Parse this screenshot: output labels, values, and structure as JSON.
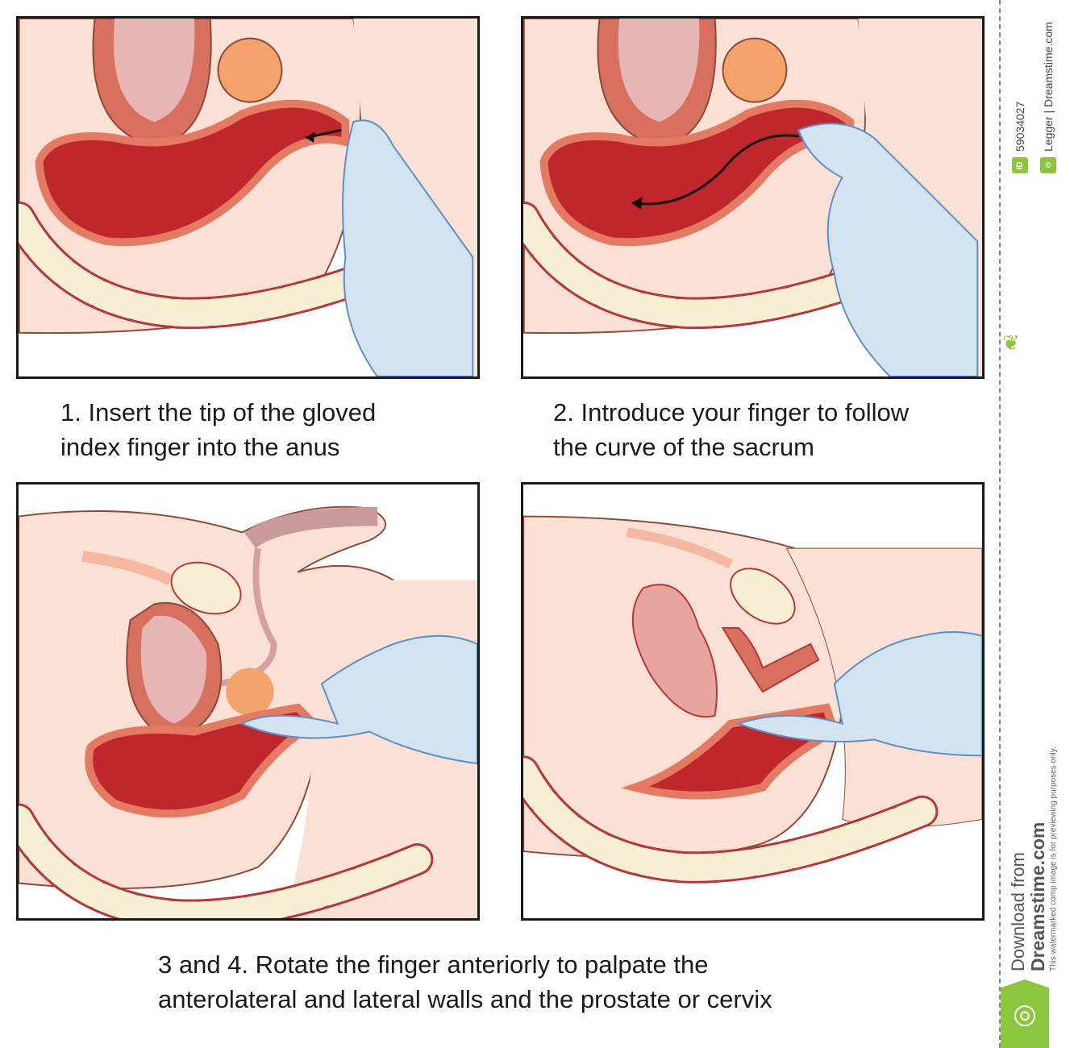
{
  "captions": {
    "step1": [
      "1. Insert the tip of the gloved",
      "index finger into the anus"
    ],
    "step2": [
      "2. Introduce your finger to follow",
      "the curve of the sacrum"
    ],
    "step34": [
      "3 and 4.  Rotate the finger anteriorly to palpate the",
      "anterolateral and lateral walls and the prostate or cervix"
    ]
  },
  "sidebar": {
    "image_id": "59034027",
    "credit": "Legger | Dreamstime.com",
    "download_line1": "Download from",
    "download_line2": "Dreamstime.com",
    "notice": "This watermarked comp image is for previewing purposes only.",
    "id_badge": "ID"
  },
  "colors": {
    "skin": "#fae0d5",
    "rectum": "#c0272d",
    "rectum_wall": "#e57a63",
    "glove": "#d3e3f0",
    "glove_line": "#5b8fc7",
    "bone": "#f7efd3",
    "bladder": "#d7705e",
    "prostate": "#f2a26a",
    "accent": "#8cc63f"
  }
}
